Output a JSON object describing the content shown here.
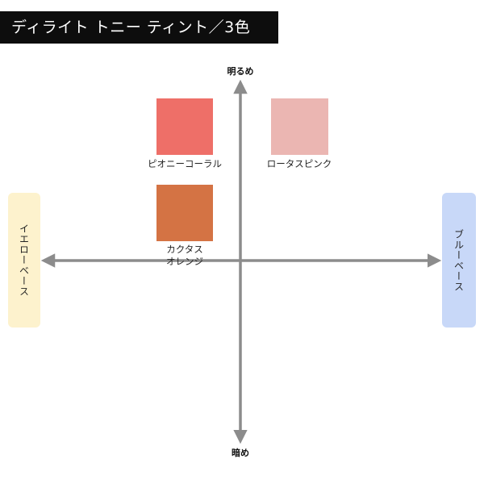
{
  "title": "ディライト トニー ティント／3色",
  "axes": {
    "top_label": "明るめ",
    "bottom_label": "暗め",
    "left_label": "イエローベース",
    "right_label": "ブルーベース",
    "color": "#8c8c8c"
  },
  "side_colors": {
    "yellow_base": "#fdf2cd",
    "blue_base": "#c8d8f8"
  },
  "swatches": [
    {
      "name": "ピオニーコーラル",
      "color": "#ee6f68"
    },
    {
      "name": "ロータスピンク",
      "color": "#ebb6b2"
    },
    {
      "name": "カクタスオレンジ",
      "color": "#d47344"
    }
  ]
}
